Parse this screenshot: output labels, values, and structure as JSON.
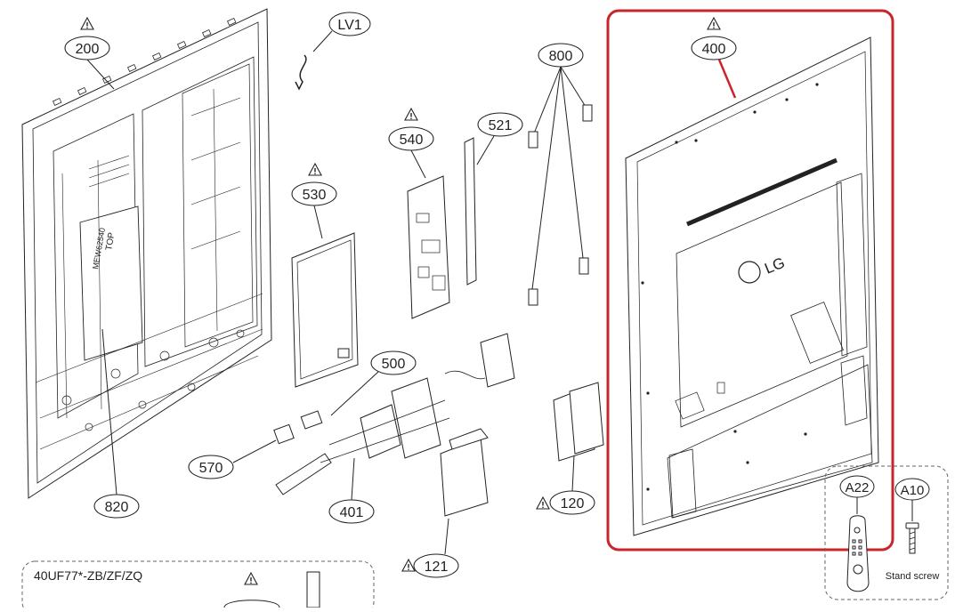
{
  "labels": {
    "p200": "200",
    "lv1": "LV1",
    "p800": "800",
    "p400": "400",
    "p540": "540",
    "p521": "521",
    "p530": "530",
    "p500": "500",
    "p570": "570",
    "p820": "820",
    "p401": "401",
    "p120": "120",
    "p121": "121",
    "a22": "A22",
    "a10": "A10"
  },
  "text": {
    "model_note": "40UF77*-ZB/ZF/ZQ",
    "stand_screw": "Stand screw",
    "logo": "LG",
    "panel_top": "TOP",
    "panel_code": "MEW62540"
  },
  "colors": {
    "line": "#222222",
    "highlight": "#c8252c"
  }
}
